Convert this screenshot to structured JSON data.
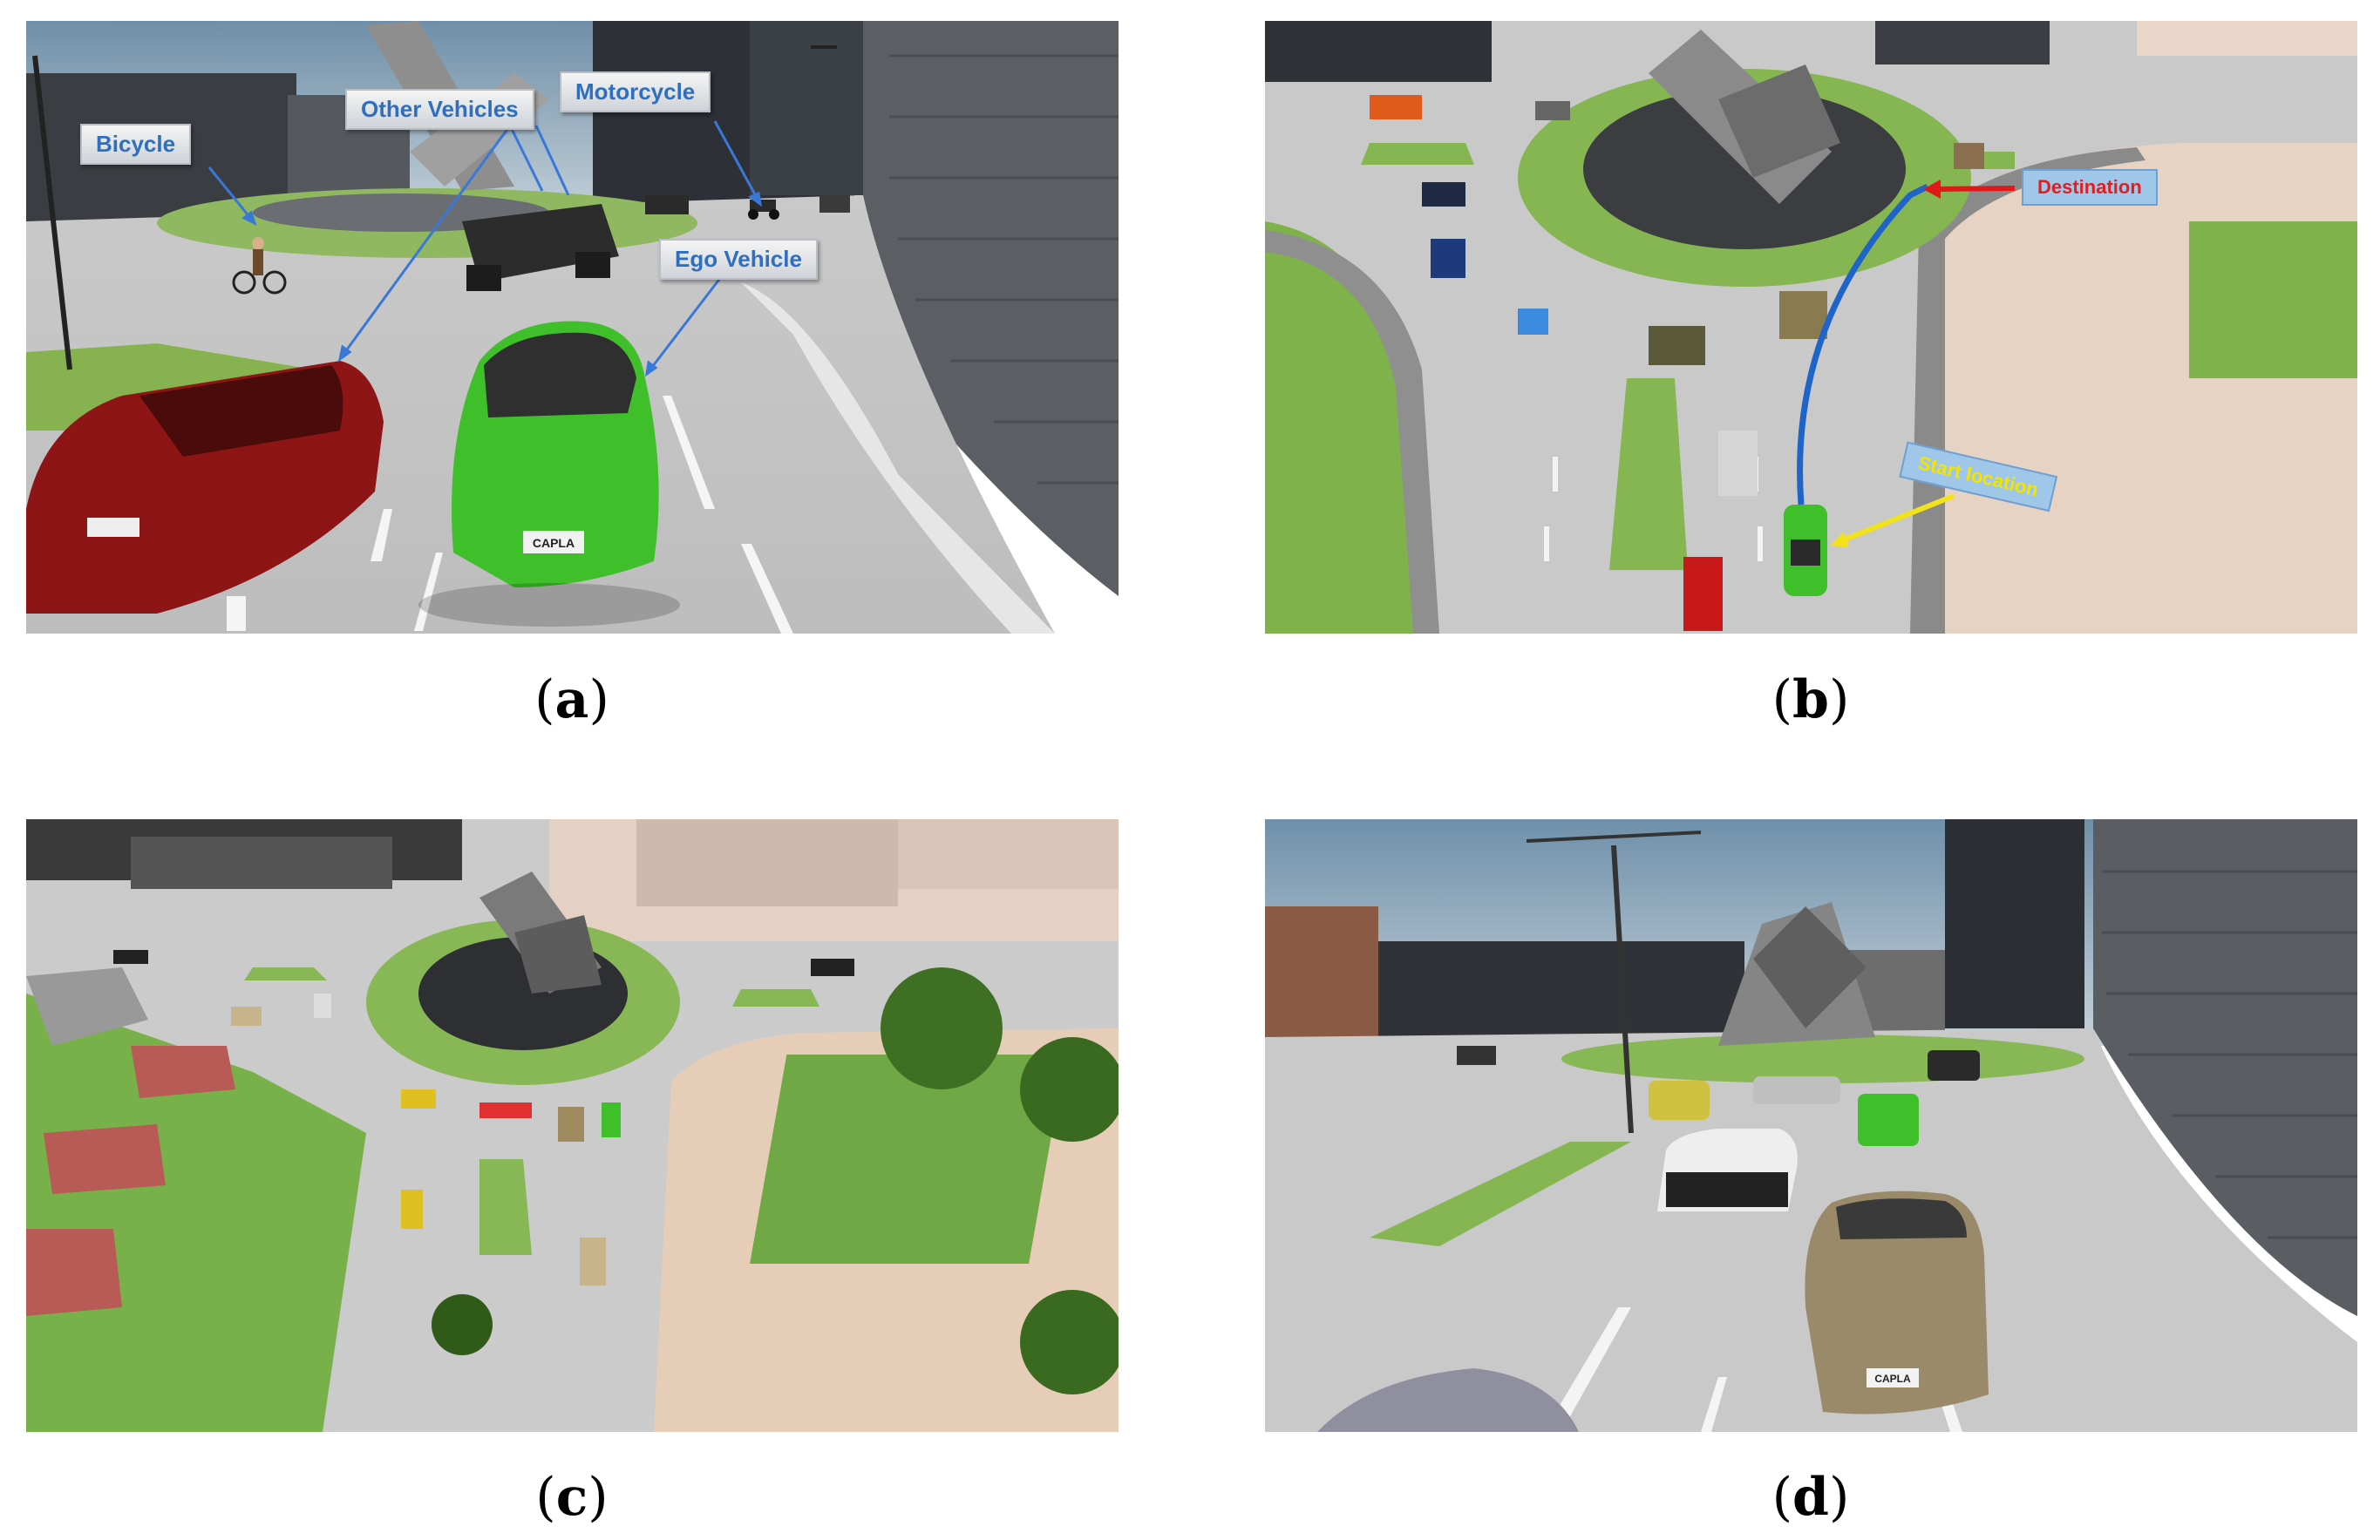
{
  "panels": {
    "a": {
      "caption_open": "(",
      "caption_letter": "a",
      "caption_close": ")",
      "labels": {
        "bicycle": "Bicycle",
        "other_vehicles": "Other Vehicles",
        "motorcycle": "Motorcycle",
        "ego_vehicle": "Ego Vehicle"
      },
      "plate_text": "CAPLA"
    },
    "b": {
      "caption_open": "(",
      "caption_letter": "b",
      "caption_close": ")",
      "labels": {
        "destination": "Destination",
        "start_location": "Start location"
      }
    },
    "c": {
      "caption_open": "(",
      "caption_letter": "c",
      "caption_close": ")"
    },
    "d": {
      "caption_open": "(",
      "caption_letter": "d",
      "caption_close": ")",
      "plate_text": "CAPLA"
    }
  },
  "colors": {
    "ego_vehicle": "#3fbf2a",
    "road": "#cfcfcf",
    "grass": "#7fb24a",
    "sidewalk": "#e9d6c8",
    "arrow_blue": "#3a78d8",
    "route_blue": "#1f64c8",
    "arrow_red": "#e01818",
    "arrow_yellow": "#f2e21a"
  }
}
